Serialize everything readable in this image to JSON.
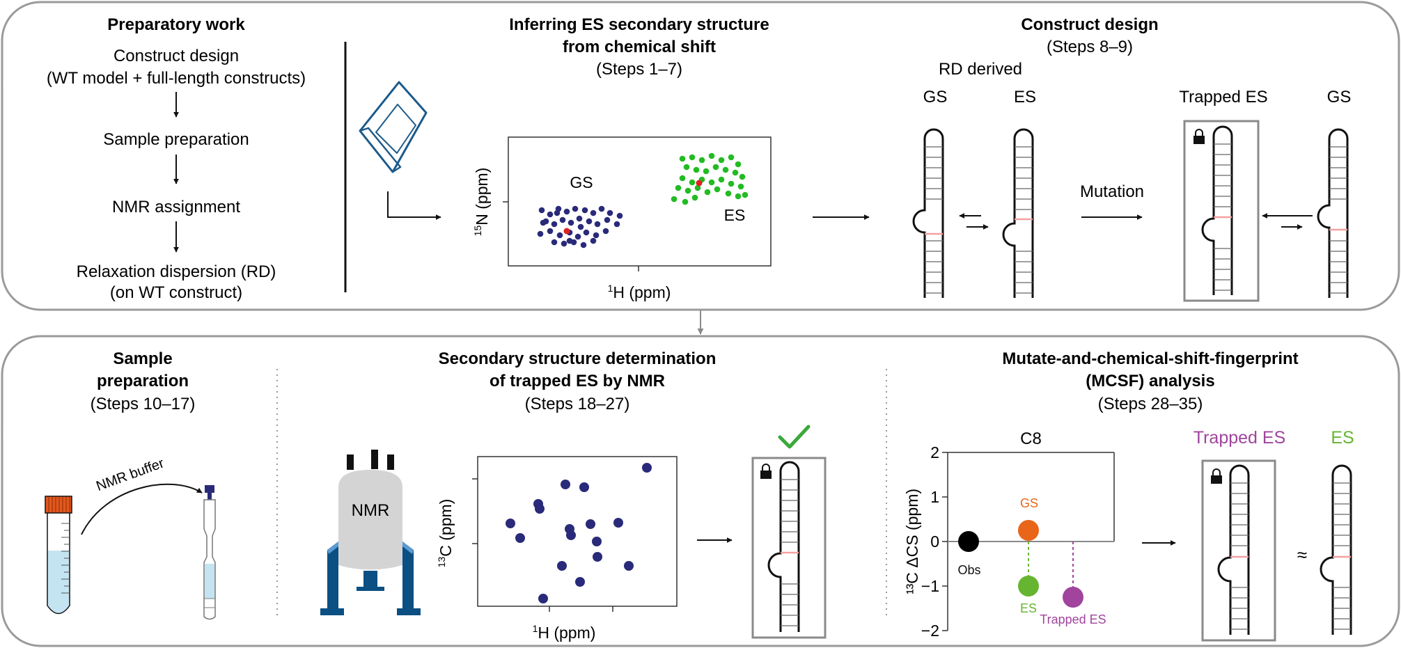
{
  "colors": {
    "panel_border": "#9a9a9a",
    "navy": "#2a2a7a",
    "green": "#22bb22",
    "red": "#dd2222",
    "orange": "#e8651a",
    "lgreen": "#66b531",
    "purple": "#a0449e",
    "pink": "#f4a0a0",
    "check": "#3aa83a",
    "tube_cap": "#e4571c",
    "tube_liquid": "#c4e4f2",
    "nmr_body": "#d4d4d4",
    "nmr_legs": "#0b4f83",
    "laptop": "#1b5a8a"
  },
  "icons": [
    "laptop-icon",
    "lock-icon",
    "nmr-spectrometer-icon",
    "falcon-tube-icon",
    "nmr-tube-icon",
    "checkmark-icon"
  ],
  "top": {
    "prep": {
      "title": "Preparatory work",
      "steps": [
        "Construct design",
        "(WT model + full-length constructs)",
        "Sample preparation",
        "NMR assignment",
        "Relaxation dispersion (RD)",
        "(on WT construct)"
      ]
    },
    "infer": {
      "title1": "Inferring ES secondary structure",
      "title2": "from chemical shift",
      "steps": "(Steps 1–7)",
      "plot": {
        "ylabel_sup": "15",
        "ylabel": "N (ppm)",
        "xlabel_sup": "1",
        "xlabel": "H (ppm)",
        "gs_label": "GS",
        "es_label": "ES"
      }
    },
    "construct": {
      "title": "Construct design",
      "steps": "(Steps 8–9)",
      "rd_label": "RD derived",
      "gs_label": "GS",
      "es_label": "ES",
      "mutation": "Mutation",
      "trapped_label": "Trapped ES",
      "gs2_label": "GS"
    }
  },
  "bottom": {
    "sample": {
      "title1": "Sample",
      "title2": "preparation",
      "steps": "(Steps 10–17)",
      "buffer_label": "NMR buffer"
    },
    "ss": {
      "title1": "Secondary structure determination",
      "title2": "of trapped ES by NMR",
      "steps": "(Steps 18–27)",
      "nmr_label": "NMR",
      "plot": {
        "ylabel_sup": "13",
        "ylabel": "C (ppm)",
        "xlabel_sup": "1",
        "xlabel": "H (ppm)"
      }
    },
    "mcsf": {
      "title1": "Mutate-and-chemical-shift-fingerprint",
      "title2": "(MCSF) analysis",
      "steps": "(Steps 28–35)",
      "trapped_label": "Trapped ES",
      "es_label": "ES",
      "approx": "≈"
    }
  },
  "chart_data": {
    "type": "scatter",
    "title": "C8",
    "ylabel": "¹³C ΔCS (ppm)",
    "ylim": [
      -2,
      2
    ],
    "yticks": [
      2,
      1,
      0,
      -1,
      -2
    ],
    "points": [
      {
        "name": "Obs",
        "y": 0,
        "color": "#000000"
      },
      {
        "name": "GS",
        "y": 0.25,
        "color": "#e8651a"
      },
      {
        "name": "ES",
        "y": -1.0,
        "color": "#66b531"
      },
      {
        "name": "Trapped ES",
        "y": -1.25,
        "color": "#a0449e"
      }
    ]
  }
}
